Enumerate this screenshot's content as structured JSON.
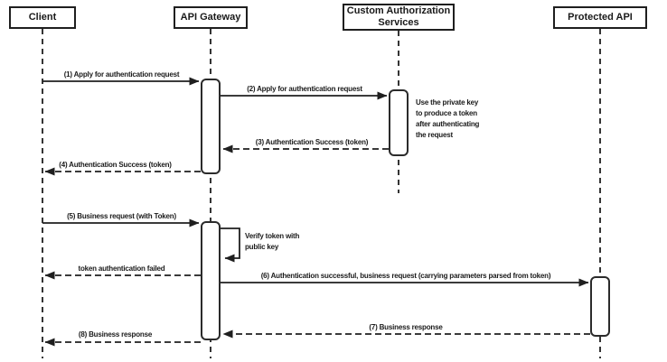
{
  "diagram": {
    "type": "sequence-diagram",
    "participants": [
      {
        "name": "Client"
      },
      {
        "name": "API Gateway"
      },
      {
        "name": "Custom Authorization Services"
      },
      {
        "name": "Protected API"
      }
    ],
    "messages": [
      {
        "label": "(1) Apply for authentication request",
        "from": "Client",
        "to": "API Gateway",
        "line": "solid"
      },
      {
        "label": "(2) Apply for authentication request",
        "from": "API Gateway",
        "to": "Custom Authorization Services",
        "line": "solid"
      },
      {
        "label": "(3) Authentication Success (token)",
        "from": "Custom Authorization Services",
        "to": "API Gateway",
        "line": "dashed"
      },
      {
        "label": "(4) Authentication Success (token)",
        "from": "API Gateway",
        "to": "Client",
        "line": "dashed"
      },
      {
        "label": "(5) Business request (with Token)",
        "from": "Client",
        "to": "API Gateway",
        "line": "solid"
      },
      {
        "label": "Verify token with public key",
        "from": "API Gateway",
        "to": "API Gateway",
        "line": "self"
      },
      {
        "label": "token authentication failed",
        "from": "API Gateway",
        "to": "Client",
        "line": "dashed"
      },
      {
        "label": "(6) Authentication successful, business request (carrying parameters parsed from token)",
        "from": "API Gateway",
        "to": "Protected API",
        "line": "solid"
      },
      {
        "label": "(7) Business response",
        "from": "Protected API",
        "to": "API Gateway",
        "line": "dashed"
      },
      {
        "label": "(8) Business response",
        "from": "API Gateway",
        "to": "Client",
        "line": "dashed"
      }
    ],
    "notes": [
      {
        "text": "Use the private key to produce a token after authenticating the request",
        "attached_to": "Custom Authorization Services"
      }
    ],
    "colors": {
      "line": "#1f1f1f",
      "text": "#1a1a1a",
      "background": "#ffffff"
    }
  }
}
